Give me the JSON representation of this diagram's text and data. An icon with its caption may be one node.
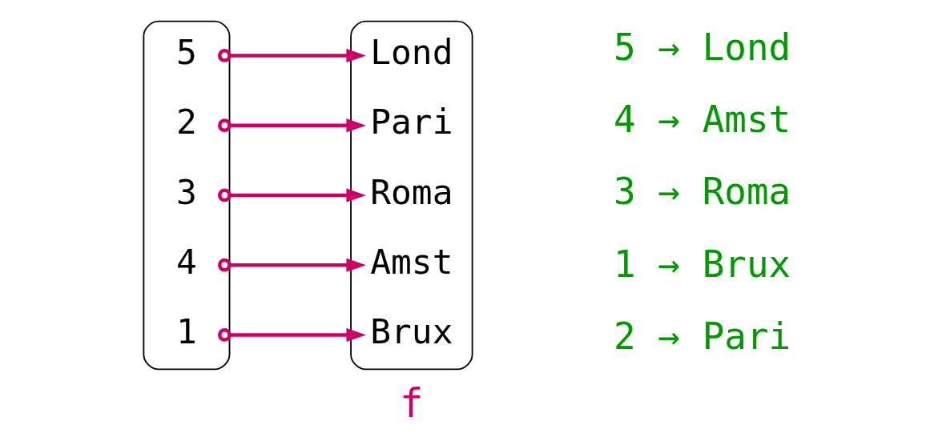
{
  "diagram": {
    "nodes": [
      {
        "text": [],
        "shape": "ellipse"
      },
      {
        "text": [
          "1"
        ],
        "in": 0
      },
      {
        "text": [
          "2"
        ],
        "in": 0
      },
      {
        "text": [
          "3"
        ],
        "in": 0
      },
      {
        "text": [
          "4"
        ],
        "in": 0
      },
      {
        "text": [
          "5"
        ],
        "in": 0
      },
      {
        "text": [],
        "shape": "ellipse"
      },
      {
        "text": [
          "Amst"
        ],
        "in": 6
      },
      {
        "text": [
          "Brux"
        ],
        "in": 6
      },
      {
        "text": [
          "Roma"
        ],
        "in": 6
      },
      {
        "text": [
          "Pari"
        ],
        "in": 6
      },
      {
        "text": [
          "Lond"
        ],
        "in": 6
      }
    ],
    "edges": [
      {
        "from": 1,
        "to": 8,
        "arrow": "to",
        "color": "#cc0066"
      },
      {
        "from": 2,
        "to": 10,
        "arrow": "to",
        "color": "#cc0066"
      },
      {
        "from": 3,
        "to": 9,
        "arrow": "to",
        "color": "#cc0066"
      },
      {
        "from": 4,
        "to": 7,
        "arrow": "to",
        "color": "#cc0066"
      },
      {
        "from": 5,
        "to": 11,
        "arrow": "to",
        "color": "#cc0066"
      }
    ],
    "labels": [
      "f",
      "1 → Brux",
      "2 → Pari",
      "3 → Roma",
      "4 → Amst",
      "5 → Lond"
    ]
  }
}
